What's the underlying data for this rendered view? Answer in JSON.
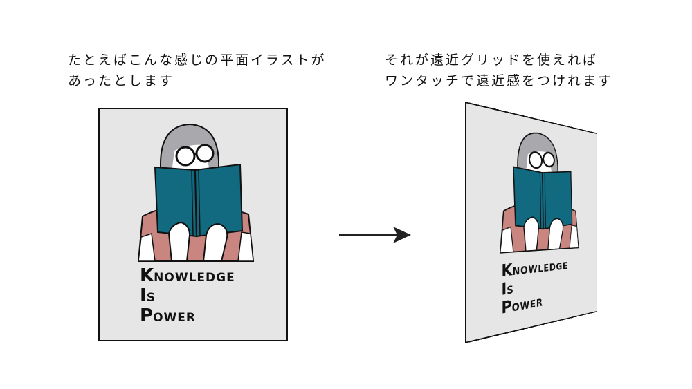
{
  "captions": {
    "left": [
      "たとえばこんな感じの平面イラストが",
      "あったとします"
    ],
    "right": [
      "それが遠近グリッドを使えれば",
      "ワンタッチで遠近感をつけれます"
    ]
  },
  "poster": {
    "lines": [
      {
        "initial": "K",
        "rest": "NOWLEDGE"
      },
      {
        "initial": "I",
        "rest": "S"
      },
      {
        "initial": "P",
        "rest": "OWER"
      }
    ]
  },
  "colors": {
    "background": "#e6e6e6",
    "book": "#116a80",
    "shirt": "#c98580",
    "hair": "#a9a9ad"
  }
}
